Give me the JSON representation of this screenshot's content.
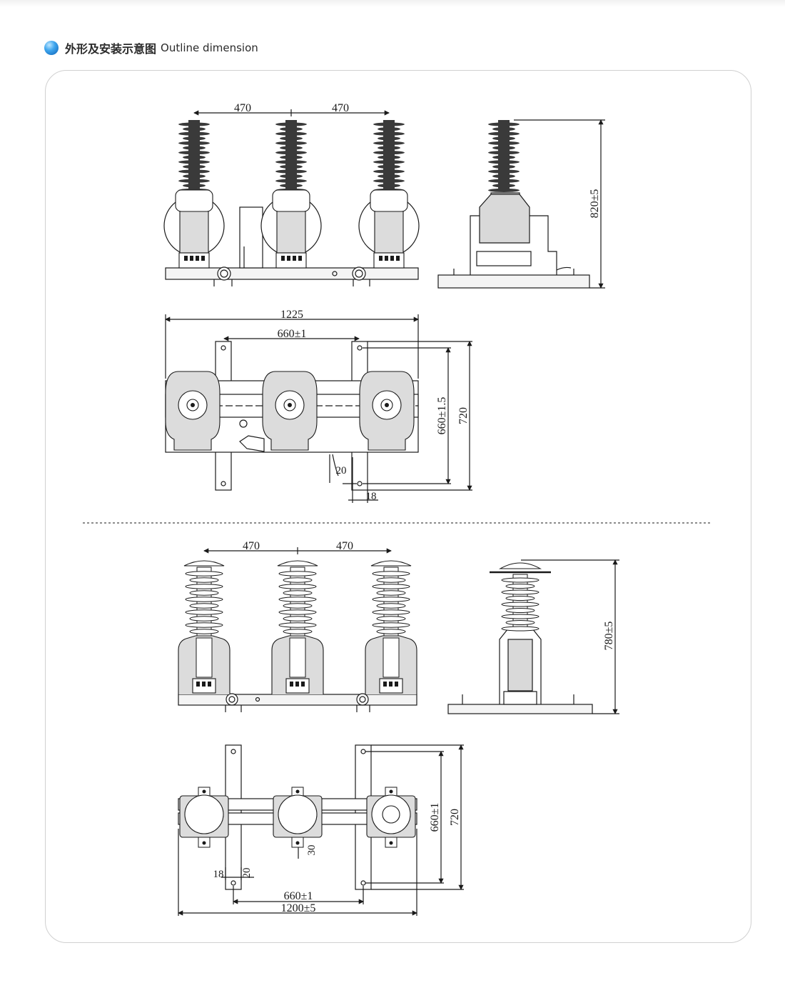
{
  "header": {
    "icon": "sphere-bullet-icon",
    "title_cn": "外形及安装示意图",
    "title_en": "Outline dimension"
  },
  "type1": {
    "front": {
      "spacing_left": "470",
      "spacing_right": "470"
    },
    "side": {
      "height": "820±5"
    },
    "top": {
      "width": "1225",
      "bolt_spacing": "660±1",
      "hole_depth": "660±1.5",
      "depth": "720",
      "dim_20": "20",
      "dim_18": "18"
    }
  },
  "type2": {
    "front": {
      "spacing_left": "470",
      "spacing_right": "470"
    },
    "side": {
      "height": "780±5"
    },
    "top": {
      "bolt_spacing": "660±1",
      "width": "1200±5",
      "hole_depth": "660±1",
      "depth": "720",
      "dim_30": "30",
      "dim_18": "18",
      "dim_20": "20"
    }
  },
  "colors": {
    "line": "#1a1a1a",
    "fill_grey": "#dcdcdc",
    "insulator": "#3a3a3a",
    "accent": "#1a78d2"
  }
}
